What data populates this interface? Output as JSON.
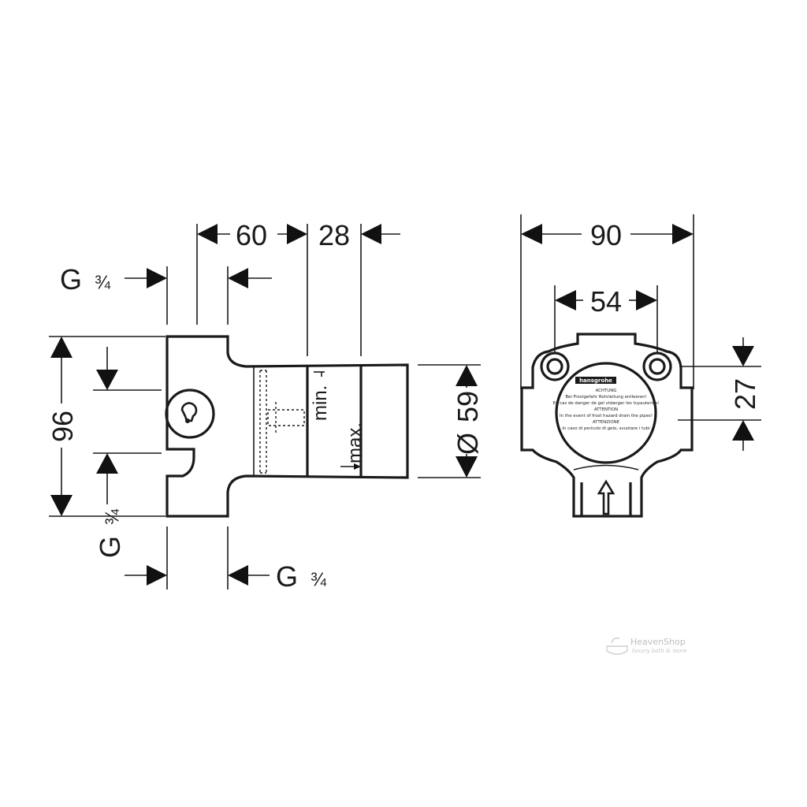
{
  "side_view": {
    "dim_width_body": "60",
    "dim_width_sleeve": "28",
    "dim_height": "96",
    "dim_diameter": "59",
    "diameter_symbol": "Ø",
    "label_min": "min.",
    "label_max": "max.",
    "thread_top": {
      "g": "G",
      "frac": "¾"
    },
    "thread_left": {
      "g": "G",
      "frac": "¾"
    },
    "thread_bottom": {
      "g": "G",
      "frac": "¾"
    }
  },
  "front_view": {
    "dim_width_total": "90",
    "dim_hole_spacing": "54",
    "dim_height_holes": "27",
    "brand_label": "hansgrohe",
    "warning_lines": [
      "ACHTUNG",
      "Bei Frostgefahr Rohrleitung entleeren!",
      "En cas de danger de gel vidanger les tuyauteries!",
      "ATTENTION",
      "In the event of frost hazard drain the pipes!",
      "ATTENZIONE",
      "In caso di pericolo di gelo, svuotare i tubi"
    ],
    "flow_arrow_icon": "flow-direction-arrow-icon"
  },
  "watermark": {
    "name": "HeavenShop",
    "tagline": "luxury bath & more"
  },
  "colors": {
    "line": "#1a1a1a",
    "background": "#ffffff",
    "watermark": "#bdbdbd"
  }
}
